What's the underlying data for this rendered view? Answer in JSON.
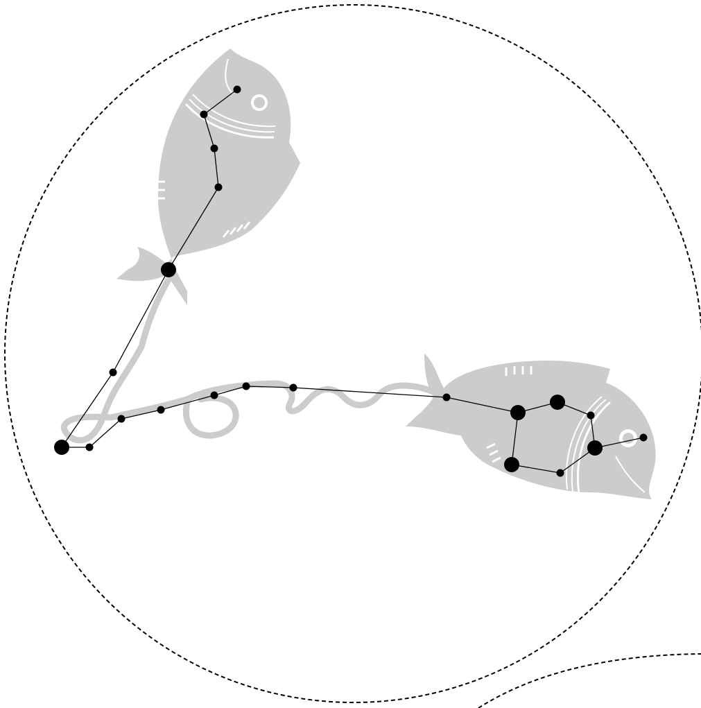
{
  "colors": {
    "background": "#ffffff",
    "fish": "#cccccc",
    "fish_detail": "#ffffff",
    "ribbon": "#cccccc",
    "star": "#000000",
    "line": "#000000",
    "boundary": "#000000"
  },
  "icons": [
    "fish-north-icon",
    "fish-west-icon",
    "ribbon-cord-icon",
    "star-icon"
  ],
  "constellation": {
    "stars": [
      {
        "id": "n1",
        "magnitude": "small"
      },
      {
        "id": "n2",
        "magnitude": "small"
      },
      {
        "id": "n3",
        "magnitude": "small"
      },
      {
        "id": "n4",
        "magnitude": "small"
      },
      {
        "id": "n5",
        "magnitude": "large"
      },
      {
        "id": "n6",
        "magnitude": "small"
      },
      {
        "id": "knot",
        "magnitude": "large"
      },
      {
        "id": "c1",
        "magnitude": "small"
      },
      {
        "id": "c2",
        "magnitude": "small"
      },
      {
        "id": "c3",
        "magnitude": "small"
      },
      {
        "id": "c4",
        "magnitude": "small"
      },
      {
        "id": "c5",
        "magnitude": "small"
      },
      {
        "id": "c6",
        "magnitude": "small"
      },
      {
        "id": "c7",
        "magnitude": "small"
      },
      {
        "id": "w0",
        "magnitude": "small"
      },
      {
        "id": "w1",
        "magnitude": "large"
      },
      {
        "id": "w2",
        "magnitude": "large"
      },
      {
        "id": "w3",
        "magnitude": "small"
      },
      {
        "id": "w4",
        "magnitude": "large"
      },
      {
        "id": "w5",
        "magnitude": "small"
      },
      {
        "id": "w6",
        "magnitude": "large"
      },
      {
        "id": "w7",
        "magnitude": "small"
      }
    ],
    "lines": [
      [
        "n1",
        "n2"
      ],
      [
        "n2",
        "n3"
      ],
      [
        "n3",
        "n4"
      ],
      [
        "n4",
        "n5"
      ],
      [
        "n5",
        "n6"
      ],
      [
        "n6",
        "knot"
      ],
      [
        "knot",
        "c1"
      ],
      [
        "c1",
        "c2"
      ],
      [
        "c2",
        "c3"
      ],
      [
        "c3",
        "c4"
      ],
      [
        "c4",
        "c5"
      ],
      [
        "c5",
        "c6"
      ],
      [
        "c6",
        "c7"
      ],
      [
        "c7",
        "w0"
      ],
      [
        "w0",
        "w1"
      ],
      [
        "w1",
        "w2"
      ],
      [
        "w2",
        "w3"
      ],
      [
        "w3",
        "w4"
      ],
      [
        "w4",
        "w5"
      ],
      [
        "w5",
        "w6"
      ],
      [
        "w6",
        "w1"
      ],
      [
        "w4",
        "w7"
      ]
    ]
  }
}
